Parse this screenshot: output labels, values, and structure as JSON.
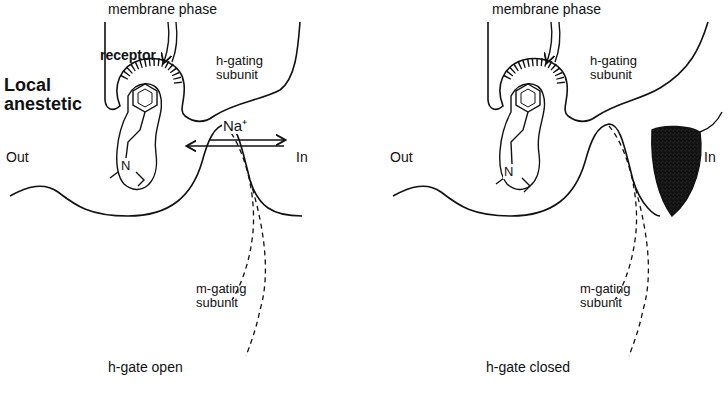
{
  "diagram": {
    "labels": [
      "membrane phase",
      "receptor",
      "h-gating subunit",
      "Local anestetic",
      "Out",
      "In",
      "Na⁺",
      "N",
      "m-gating subunit",
      "h-gate open",
      "membrane phase",
      "h-gating subunit",
      "Out",
      "In",
      "N",
      "m-gating subunit",
      "h-gate closed"
    ]
  }
}
